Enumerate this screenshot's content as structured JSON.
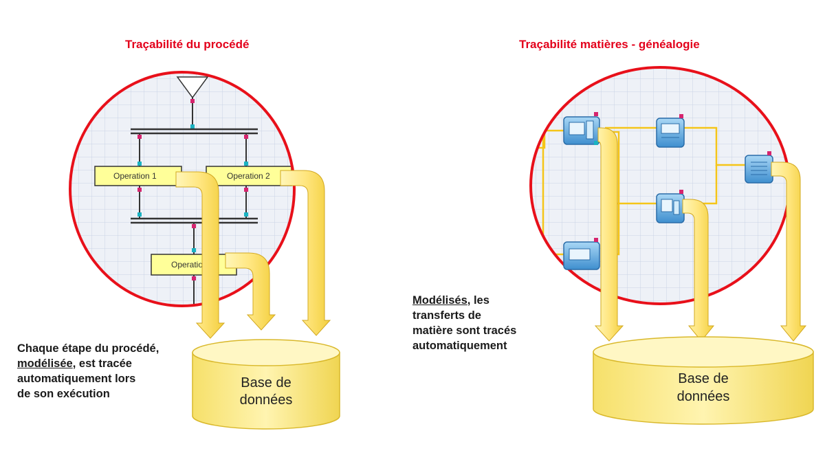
{
  "left": {
    "title": "Traçabilité du procédé",
    "operations": [
      "Operation 1",
      "Operation 2",
      "Operation"
    ],
    "caption": {
      "line1": "Chaque étape du procédé,",
      "line2_underlined": "modélisée",
      "line2_rest": ", est tracée",
      "line3": "automatiquement lors",
      "line4": "de son exécution"
    },
    "database": {
      "line1": "Base de",
      "line2": "données"
    }
  },
  "right": {
    "title": "Traçabilité matières - généalogie",
    "caption": {
      "line1_underlined": "Modélisés",
      "line1_rest": ", les",
      "line2": "transferts de",
      "line3": "matière sont tracés",
      "line4": "automatiquement"
    },
    "database": {
      "line1": "Base de",
      "line2": "données"
    }
  },
  "colors": {
    "title_red": "#e3001b",
    "circle_border": "#e8101a",
    "grid_bg": "#eef1f7",
    "op_box": "#ffff99",
    "arrow_fill": "#ffe680",
    "db_fill": "#fff09a",
    "equipment_blue": "#6fb6e6"
  }
}
